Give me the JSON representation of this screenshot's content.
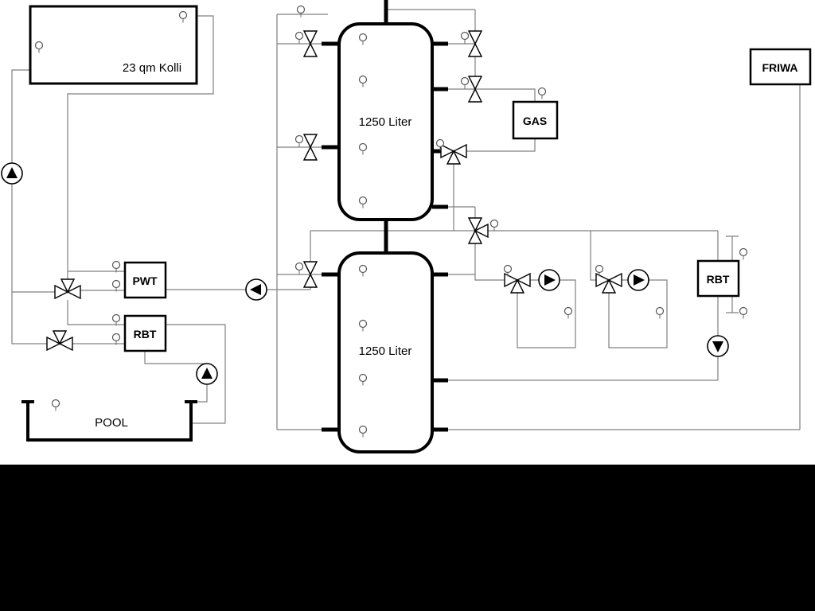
{
  "components": {
    "solar_collector": {
      "label": "23 qm Kolli"
    },
    "buffer_tank_top": {
      "label": "1250 Liter"
    },
    "buffer_tank_bottom": {
      "label": "1250 Liter"
    },
    "pwt": {
      "label": "PWT"
    },
    "rbt_pool": {
      "label": "RBT"
    },
    "rbt_right": {
      "label": "RBT"
    },
    "gas_boiler": {
      "label": "GAS"
    },
    "friwa": {
      "label": "FRIWA"
    },
    "pool": {
      "label": "POOL"
    }
  },
  "colors": {
    "background": "#ffffff",
    "pipe": "#808080",
    "outline": "#000000",
    "bottom_mask": "#000000"
  }
}
